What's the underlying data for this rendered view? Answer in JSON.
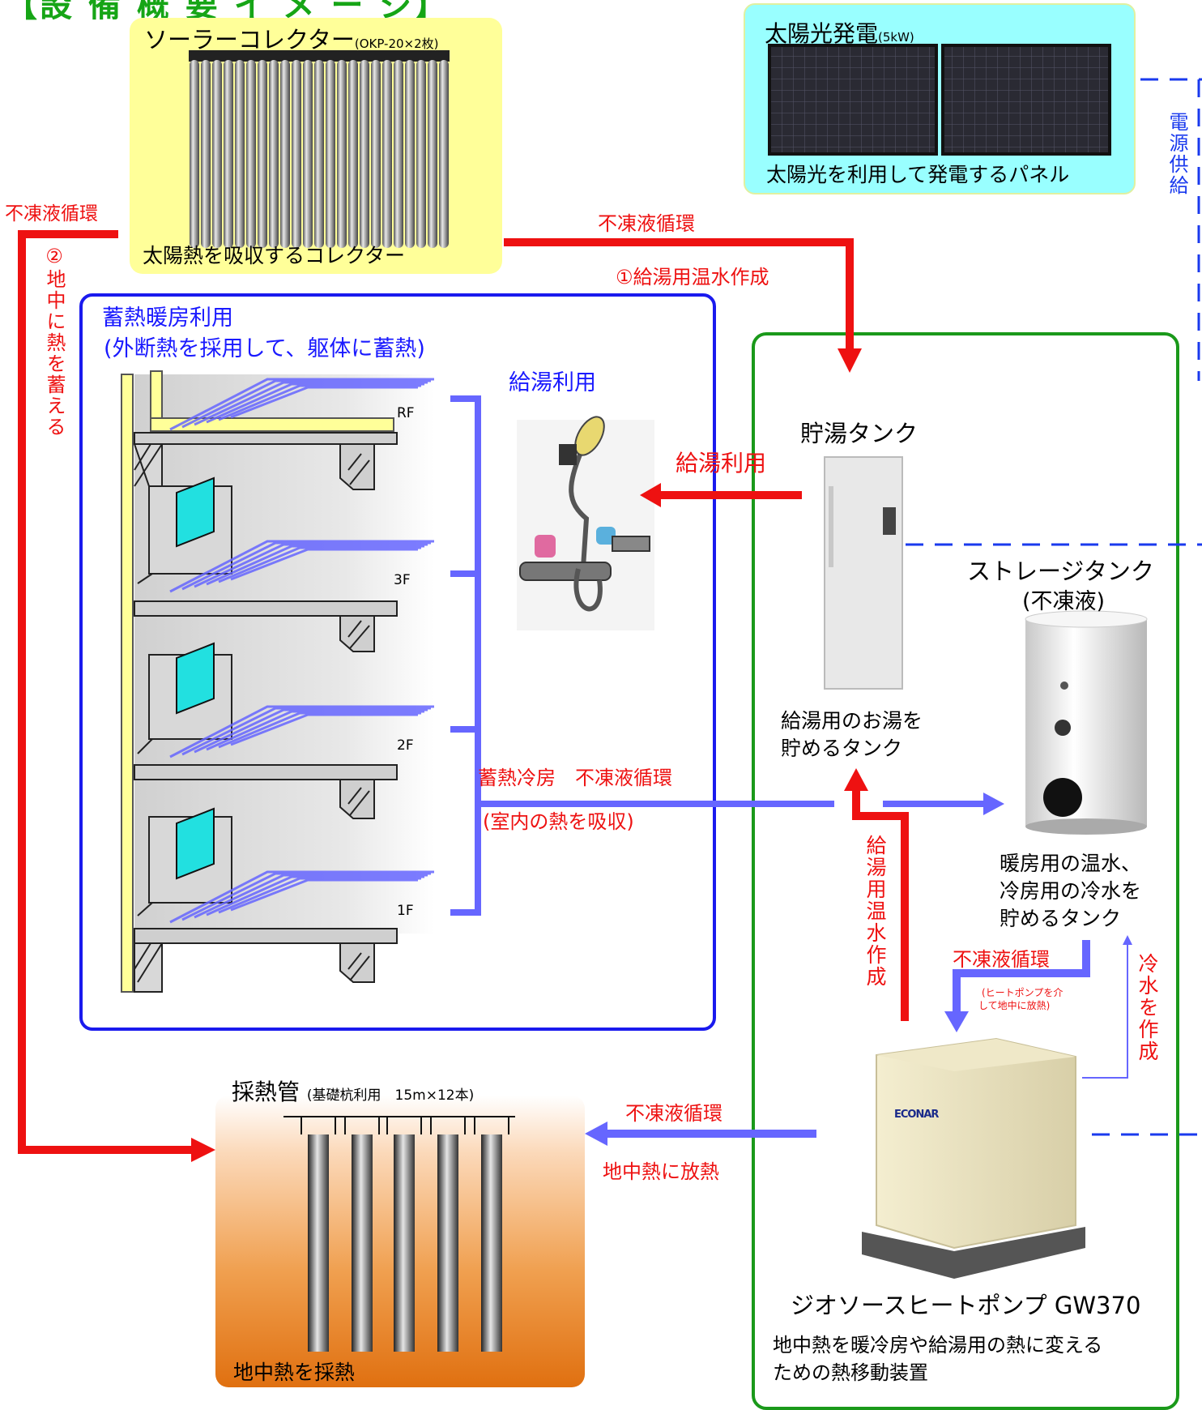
{
  "page_title": "【設 備 概 要 イ メ ー ジ】",
  "solar_collector": {
    "title": "ソーラーコレクター",
    "model": "(OKP-20×2枚)",
    "caption": "太陽熱を吸収するコレクター"
  },
  "pv": {
    "title": "太陽光発電",
    "capacity": "(5kW)",
    "caption": "太陽光を利用して発電するパネル"
  },
  "power_supply": "電源供給",
  "left_loop": {
    "label": "不凍液循環",
    "vertical": "②地中に熱を蓄える"
  },
  "top_flow": {
    "label1": "不凍液循環",
    "label2": "①給湯用温水作成"
  },
  "heating_box": {
    "title": "蓄熱暖房利用",
    "subtitle": "(外断熱を採用して、躯体に蓄熱)",
    "floors": [
      "RF",
      "3F",
      "2F",
      "1F"
    ]
  },
  "hot_water_use": "給湯利用",
  "hot_water_arrow": "給湯利用",
  "hot_tank": {
    "title": "貯湯タンク",
    "caption": "給湯用のお湯を貯めるタンク",
    "caption_line1": "給湯用のお湯を",
    "caption_line2": "貯めるタンク"
  },
  "storage_tank": {
    "title": "ストレージタンク",
    "subtitle": "(不凍液)",
    "caption_line1": "暖房用の温水、",
    "caption_line2": "冷房用の冷水を",
    "caption_line3": "貯めるタンク"
  },
  "cooling_flow": {
    "label1": "蓄熱冷房　不凍液循環",
    "label2": "(室内の熱を吸収)"
  },
  "vertical_hot": "給湯用温水作成",
  "vertical_cold": "冷水を作成",
  "hp_flow": {
    "label": "不凍液循環",
    "note_line1": "(ヒートポンプを介",
    "note_line2": "して地中に放熱)"
  },
  "ground_flow": {
    "label1": "不凍液循環",
    "label2": "地中熱に放熱"
  },
  "heat_pipe": {
    "title": "採熱管",
    "note": "(基礎杭利用　15m×12本)",
    "caption": "地中熱を採熱"
  },
  "heat_pump": {
    "title": "ジオソースヒートポンプ GW370",
    "caption_line1": "地中熱を暖冷房や給湯用の熱に変える",
    "caption_line2": "ための熱移動装置",
    "brand": "ECONAR"
  },
  "colors": {
    "red": "#ee1111",
    "blue_flow": "#6666ff",
    "green_frame": "#1a991a",
    "blue_frame": "#1a1aee",
    "yellow_box": "#ffff99",
    "cyan_box": "#99ffff"
  }
}
